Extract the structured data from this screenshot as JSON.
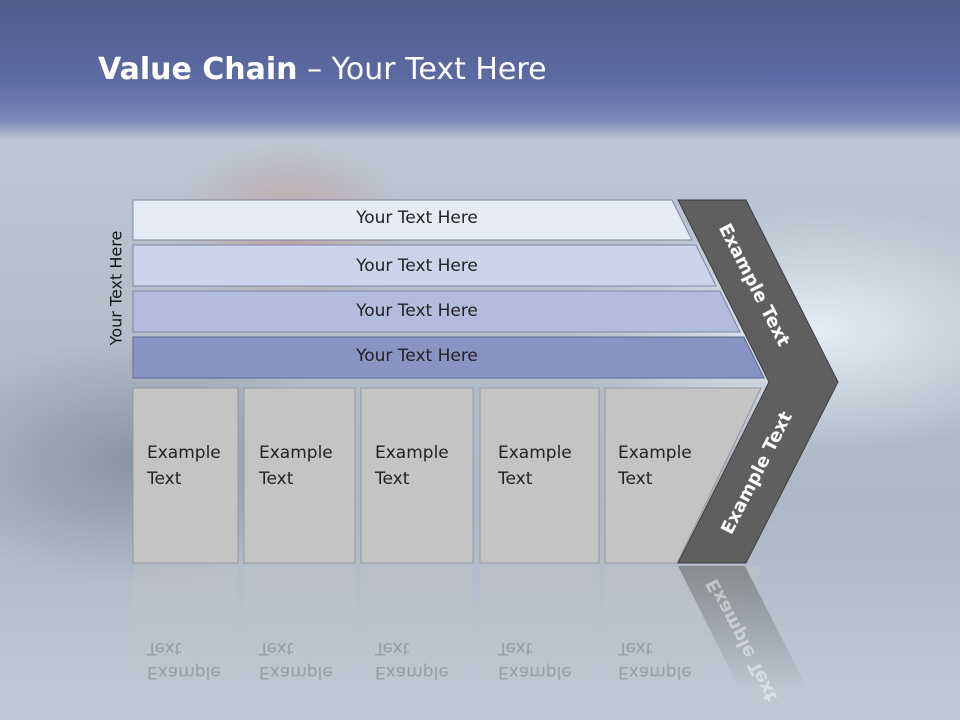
{
  "slide": {
    "title_bold": "Value Chain",
    "title_rest": " – Your Text Here",
    "side_label": "Your Text Here"
  },
  "bars": [
    {
      "label": "Your Text Here",
      "color": "#e6eaf5"
    },
    {
      "label": "Your Text Here",
      "color": "#cdd3ea"
    },
    {
      "label": "Your Text Here",
      "color": "#b3bcdc"
    },
    {
      "label": "Your Text Here",
      "color": "#8895c4"
    }
  ],
  "boxes": [
    {
      "label": "Example Text"
    },
    {
      "label": "Example Text"
    },
    {
      "label": "Example Text"
    },
    {
      "label": "Example Text"
    },
    {
      "label": "Example Text"
    }
  ],
  "chevron": {
    "upper_label": "Example Text",
    "lower_label": "Example Text",
    "color": "#5f5f5f"
  },
  "colors": {
    "box": "#c4c4c4",
    "title_band": "#5b6aa2"
  }
}
